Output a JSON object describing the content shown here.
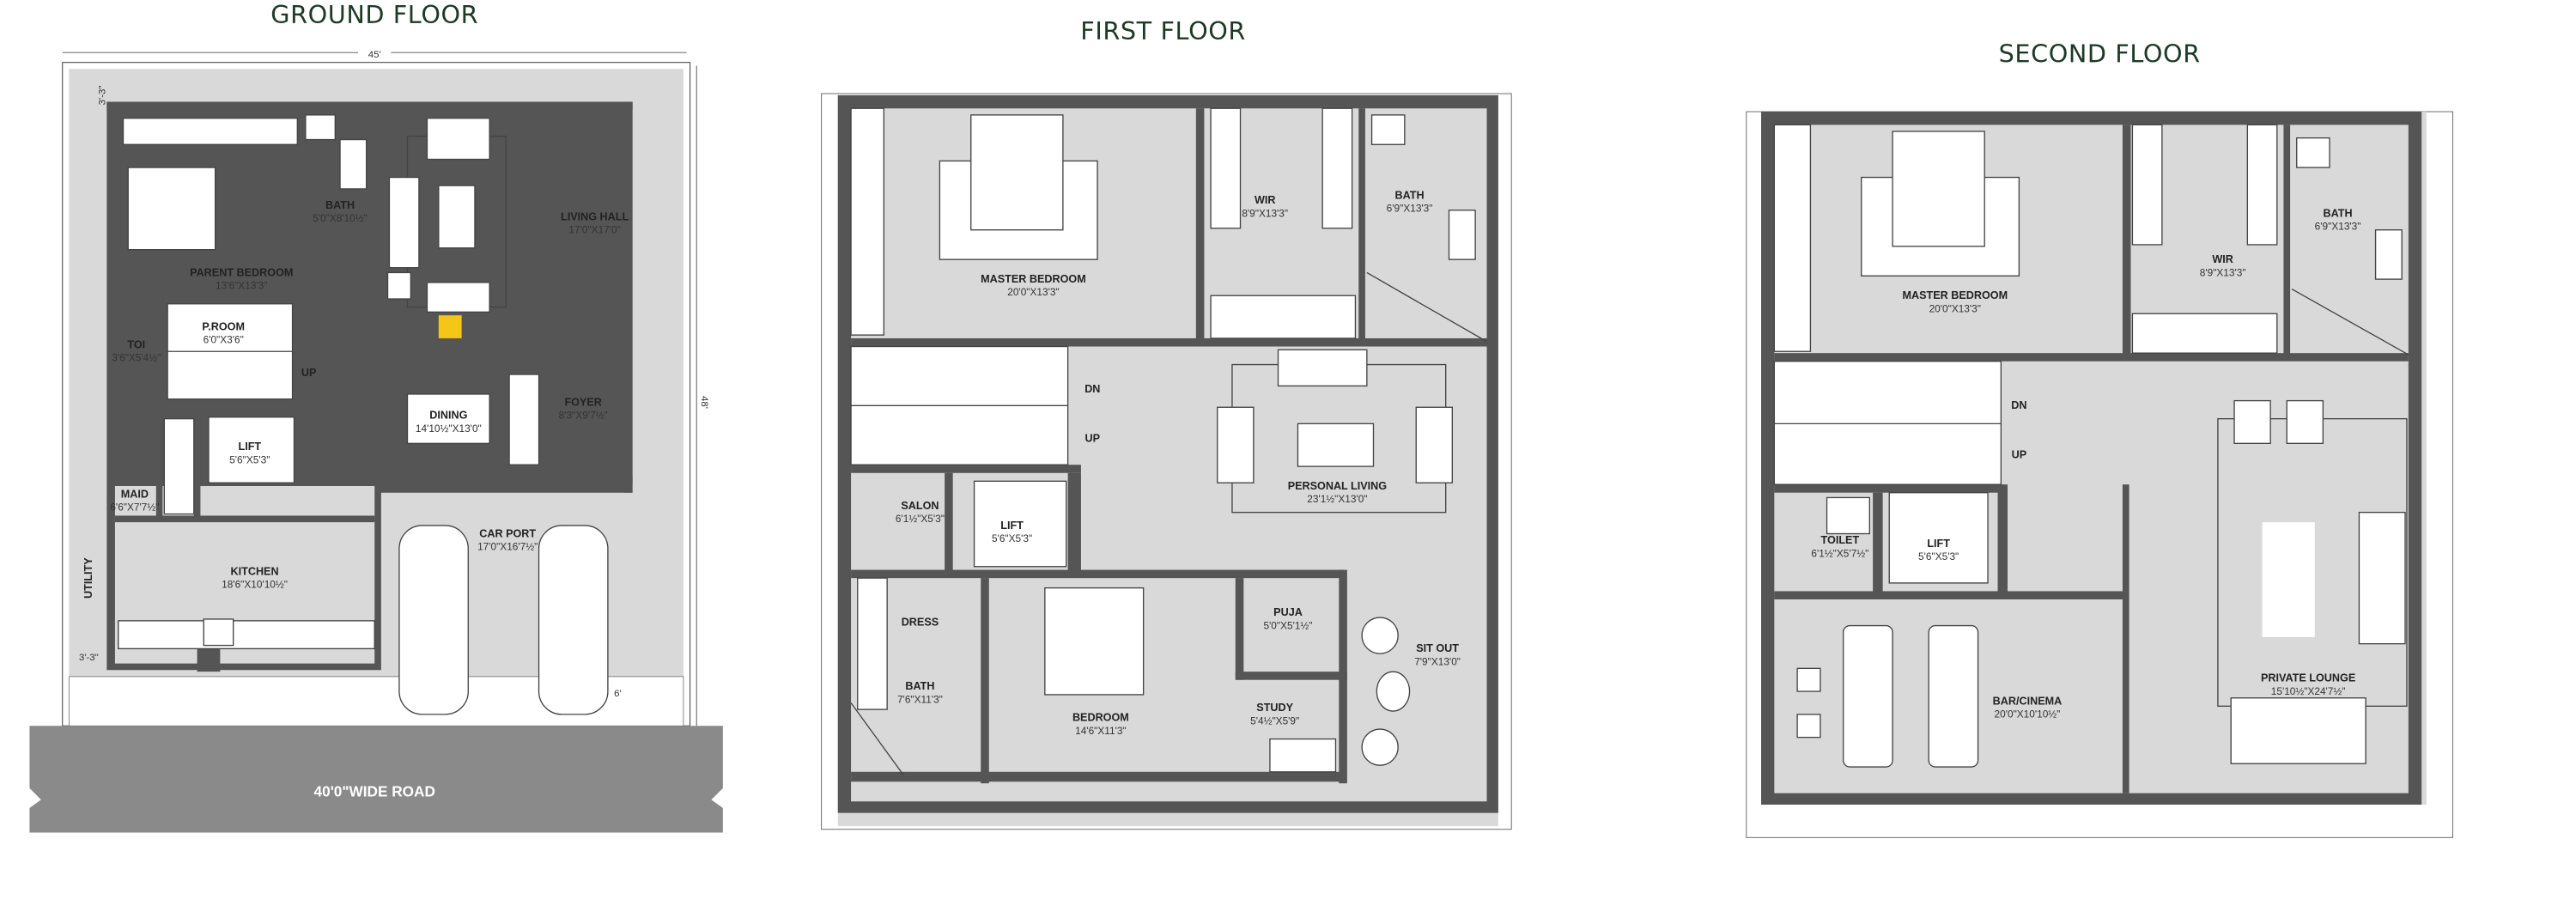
{
  "ground_floor": {
    "title": "GROUND FLOOR",
    "dimensions": {
      "width": "45'",
      "depth": "48'",
      "setback_top": "3'-3\"",
      "setback_left": "3'-3\"",
      "setback_front": "6'"
    },
    "rooms": {
      "parent_bedroom": {
        "name": "PARENT BEDROOM",
        "size": "13'6\"X13'3\""
      },
      "bath": {
        "name": "BATH",
        "size": "5'0\"X8'10½\""
      },
      "living_hall": {
        "name": "LIVING HALL",
        "size": "17'0\"X17'0\""
      },
      "p_room": {
        "name": "P.ROOM",
        "size": "6'0\"X3'6\""
      },
      "toi": {
        "name": "TOI",
        "size": "3'6\"X5'4½\""
      },
      "dining": {
        "name": "DINING",
        "size": "14'10½\"X13'0\""
      },
      "foyer": {
        "name": "FOYER",
        "size": "8'3\"X9'7½\""
      },
      "lift": {
        "name": "LIFT",
        "size": "5'6\"X5'3\""
      },
      "maid": {
        "name": "MAID",
        "size": "6'6\"X7'7½\""
      },
      "kitchen": {
        "name": "KITCHEN",
        "size": "18'6\"X10'10½\""
      },
      "car_port": {
        "name": "CAR PORT",
        "size": "17'0\"X16'7½\""
      },
      "utility": {
        "name": "UTILITY"
      }
    },
    "stair_label": "UP",
    "road": "40'0\"WIDE ROAD",
    "comment_marker_color": "#f5c518"
  },
  "first_floor": {
    "title": "FIRST FLOOR",
    "rooms": {
      "master_bedroom": {
        "name": "MASTER BEDROOM",
        "size": "20'0\"X13'3\""
      },
      "wir": {
        "name": "WIR",
        "size": "8'9\"X13'3\""
      },
      "bath": {
        "name": "BATH",
        "size": "6'9\"X13'3\""
      },
      "personal_living": {
        "name": "PERSONAL LIVING",
        "size": "23'1½\"X13'0\""
      },
      "salon": {
        "name": "SALON",
        "size": "6'1½\"X5'3\""
      },
      "lift": {
        "name": "LIFT",
        "size": "5'6\"X5'3\""
      },
      "dress": {
        "name": "DRESS"
      },
      "bath2": {
        "name": "BATH",
        "size": "7'6\"X11'3\""
      },
      "bedroom": {
        "name": "BEDROOM",
        "size": "14'6\"X11'3\""
      },
      "puja": {
        "name": "PUJA",
        "size": "5'0\"X5'1½\""
      },
      "study": {
        "name": "STUDY",
        "size": "5'4½\"X5'9\""
      },
      "sit_out": {
        "name": "SIT OUT",
        "size": "7'9\"X13'0\""
      }
    },
    "stair_dn": "DN",
    "stair_up": "UP"
  },
  "second_floor": {
    "title": "SECOND FLOOR",
    "rooms": {
      "master_bedroom": {
        "name": "MASTER BEDROOM",
        "size": "20'0\"X13'3\""
      },
      "wir": {
        "name": "WIR",
        "size": "8'9\"X13'3\""
      },
      "bath": {
        "name": "BATH",
        "size": "6'9\"X13'3\""
      },
      "toilet": {
        "name": "TOILET",
        "size": "6'1½\"X5'7½\""
      },
      "lift": {
        "name": "LIFT",
        "size": "5'6\"X5'3\""
      },
      "bar_cinema": {
        "name": "BAR/CINEMA",
        "size": "20'0\"X10'10½\""
      },
      "private_lounge": {
        "name": "PRIVATE LOUNGE",
        "size": "15'10½\"X24'7½\""
      }
    },
    "stair_dn": "DN",
    "stair_up": "UP"
  },
  "colors": {
    "floor": "#d9d9d9",
    "wall": "#555555",
    "road": "#8a8a8a",
    "title": "#1d3a26"
  }
}
